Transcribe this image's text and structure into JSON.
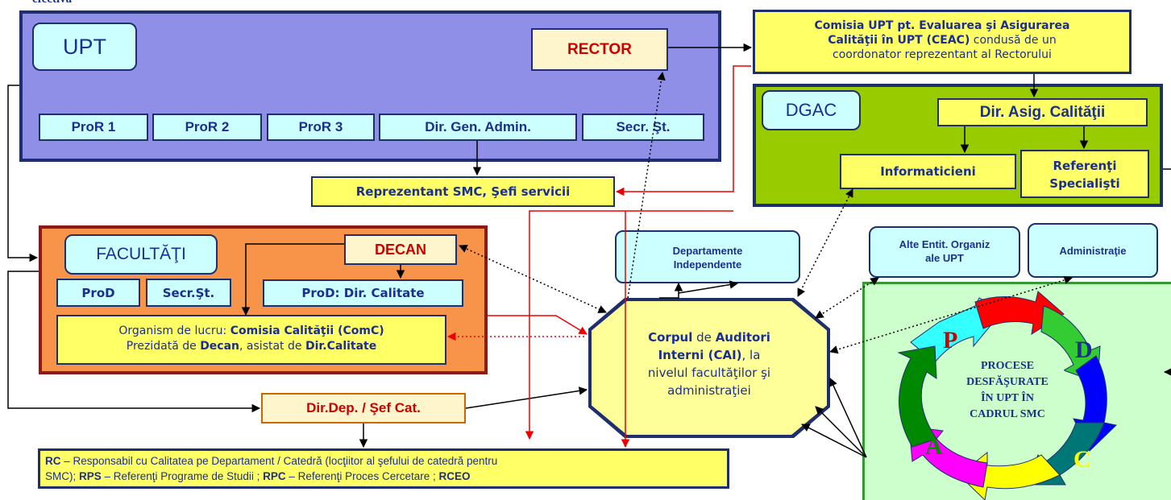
{
  "cut_top_text": "efectiva",
  "upt": {
    "title": "UPT",
    "rector": "RECTOR",
    "prorectors": [
      "ProR 1",
      "ProR 2",
      "ProR 3",
      "Dir. Gen. Admin.",
      "Secr. Şt."
    ],
    "bg_color": "#8f8fe8"
  },
  "ceac": {
    "line1": "Comisia UPT pt. Evaluarea şi Asigurarea",
    "line2_bold": "Calităţii  în UPT (CEAC)",
    "line2_rest": " condusă de un",
    "line3": "coordonator reprezentant al Rectorului"
  },
  "dgac": {
    "title": "DGAC",
    "dir": "Dir. Asig. Calităţii",
    "informaticieni": "Informaticieni",
    "referenti_line1": "Referenţi",
    "referenti_line2": "Specialişti",
    "bg_color": "#99cc00"
  },
  "smc_rep": "Reprezentant SMC, Şefi servicii",
  "facultati": {
    "title": "FACULTĂŢI",
    "decan": "DECAN",
    "prod": "ProD",
    "secr": "Secr.Şt.",
    "prod_dir": "ProD: Dir. Calitate",
    "organism": {
      "l1_normal": "Organism de lucru: ",
      "l1_bold": "Comisia Calităţii  (ComC)",
      "l2_a": "Prezidată de ",
      "l2_b": "Decan",
      "l2_c": ", asistat de ",
      "l2_d": "Dir.Calitate"
    },
    "bg_color": "#f7944a"
  },
  "independent": {
    "line1": "Departamente",
    "line2": "Independente"
  },
  "alte": {
    "line1": "Alte Entit. Organiz",
    "line2": "ale UPT"
  },
  "administratie": "Administraţie",
  "cai": {
    "a1": "Corpul",
    "a2": " de ",
    "a3": "Auditori",
    "b1": "Interni (CAI)",
    "b2": ", la",
    "c": "nivelul facultăţilor şi",
    "d": "administraţiei"
  },
  "dirdep": "Dir.Dep. / Şef Cat.",
  "rc": {
    "b1": "RC",
    "t1": " – Responsabil cu Calitatea pe Departament / Catedră (locţiitor al şefului de catedră pentru",
    "t2": "SMC); ",
    "b2": "RPS",
    "t3": " – Referenţi Programe de Studii ; ",
    "b3": "RPC",
    "t4": " – Referenţi Proces Cercetare ; ",
    "b4": "RCEO"
  },
  "pdca": {
    "p": "P",
    "d": "D",
    "c": "C",
    "a": "A",
    "center_lines": [
      "PROCESE",
      "DESFĂŞURATE",
      "ÎN UPT ÎN",
      "CADRUL SMC"
    ]
  },
  "colors": {
    "label_box_yellow": "#ffff66",
    "label_box_cream": "#fff5cc",
    "light_blue": "#ccffff",
    "navy": "#1f2f6e",
    "title_red": "#cc0000",
    "text_blue": "#1a2f8f"
  }
}
